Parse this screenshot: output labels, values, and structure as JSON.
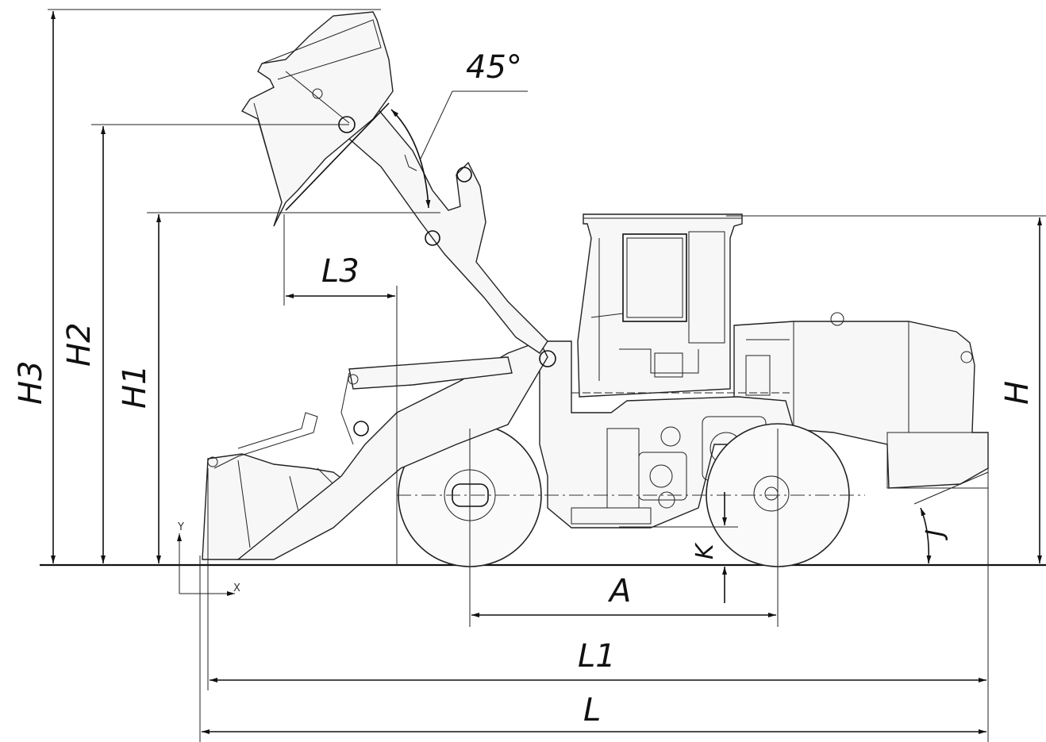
{
  "dimensions": {
    "H3": "H3",
    "H2": "H2",
    "H1": "H1",
    "H": "H",
    "L3": "L3",
    "L1": "L1",
    "L": "L",
    "A": "A",
    "K": "K",
    "angle_dump": "45°",
    "angle_rear": "J"
  },
  "axes": {
    "y": "Y",
    "x": "X"
  }
}
